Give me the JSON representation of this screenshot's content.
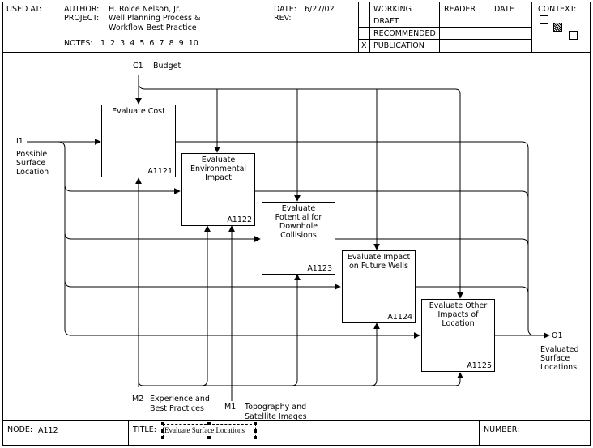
{
  "header": {
    "used_at_label": "USED AT:",
    "author_label": "AUTHOR:",
    "author_value": "H. Roice Nelson, Jr.",
    "project_label": "PROJECT:",
    "project_value_1": "Well Planning Process &",
    "project_value_2": "Workflow Best Practice",
    "notes_label": "NOTES:",
    "notes_numbers": "1  2  3  4  5  6  7  8  9  10",
    "date_label": "DATE:",
    "date_value": "6/27/02",
    "rev_label": "REV:",
    "status": [
      "WORKING",
      "DRAFT",
      "RECOMMENDED",
      "PUBLICATION"
    ],
    "status_mark": "X",
    "reader_label": "READER",
    "reader_date_label": "DATE",
    "context_label": "CONTEXT:"
  },
  "diagram": {
    "control_code": "C1",
    "control_label": "Budget",
    "input_code": "I1",
    "input_label": "Possible Surface Location",
    "output_code": "O1",
    "output_label": "Evaluated Surface Locations",
    "mech1_code": "M2",
    "mech1_label_1": "Experience and",
    "mech1_label_2": "Best Practices",
    "mech2_code": "M1",
    "mech2_label_1": "Topography and",
    "mech2_label_2": "Satellite Images",
    "activities": [
      {
        "title": "Evaluate Cost",
        "id": "A1121"
      },
      {
        "title": "Evaluate Environmental Impact",
        "id": "A1122"
      },
      {
        "title": "Evaluate Potential for Downhole Collisions",
        "id": "A1123"
      },
      {
        "title": "Evaluate Impact on Future Wells",
        "id": "A1124"
      },
      {
        "title": "Evaluate Other Impacts of Location",
        "id": "A1125"
      }
    ]
  },
  "footer": {
    "node_label": "NODE:",
    "node_value": "A112",
    "title_label": "TITLE:",
    "title_value": "Evaluate Surface Locations",
    "number_label": "NUMBER:"
  }
}
